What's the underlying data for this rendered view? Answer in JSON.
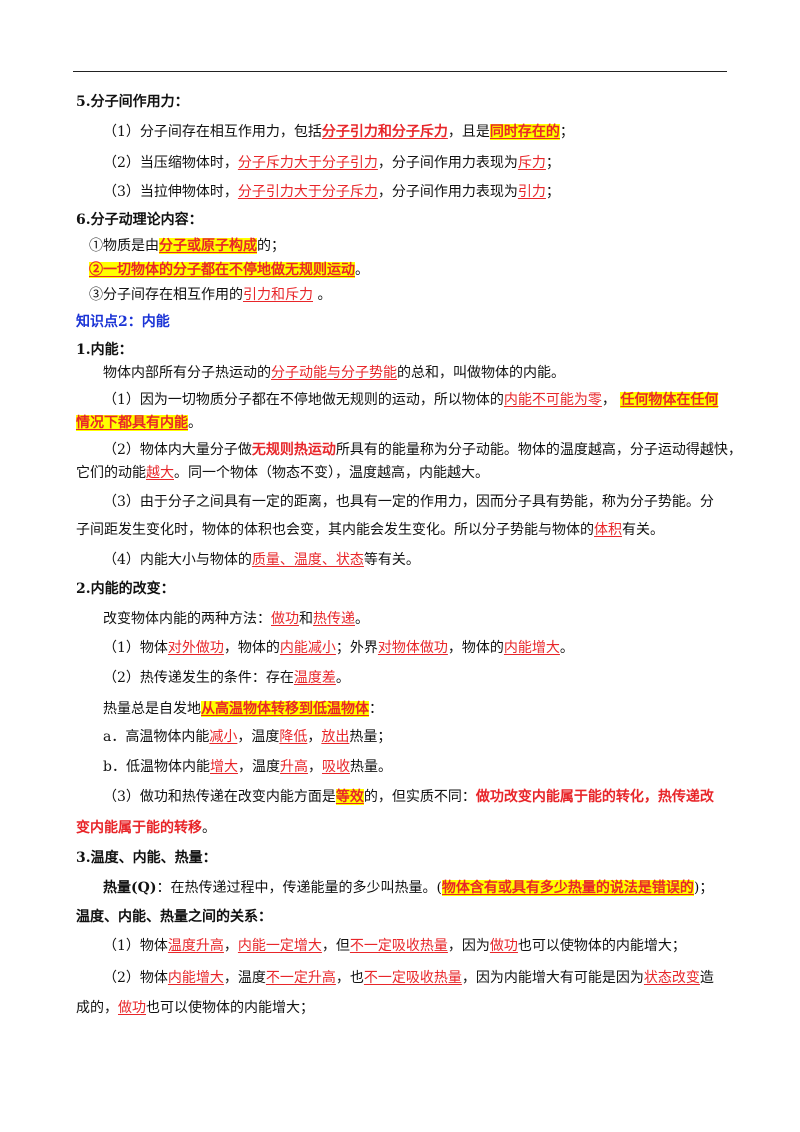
{
  "s5": {
    "title": "5.分子间作用力：",
    "l1": {
      "a": "（1）分子间存在相互作用力，包括",
      "b": "分子引力和分子斥力",
      "c": "，且是",
      "d": "同时存在的",
      "e": "；"
    },
    "l2": {
      "a": "（2）当压缩物体时，",
      "b": "分子斥力大于分子引力",
      "c": "，分子间作用力表现为",
      "d": "斥力",
      "e": "；"
    },
    "l3": {
      "a": "（3）当拉伸物体时，",
      "b": "分子引力大于分子斥力",
      "c": "，分子间作用力表现为",
      "d": "引力",
      "e": "；"
    }
  },
  "s6": {
    "title": "6.分子动理论内容：",
    "l1": {
      "a": "①物质是由",
      "b": "分子或原子构成",
      "c": "的；"
    },
    "l2": {
      "a": "②一切物体的分子都在不停地做无规则运动",
      "b": "。"
    },
    "l3": {
      "a": "③分子间存在相互作用的",
      "b": "引力和斥力",
      "c": " 。"
    }
  },
  "kp2": "知识点2：内能",
  "n1": {
    "title": "1.内能：",
    "p0": {
      "a": "物体内部所有分子热运动的",
      "b": "分子动能与分子势能",
      "c": "的总和，叫做物体的内能。"
    },
    "p1": {
      "a": "（1）因为一切物质分子都在不停地做无规则的运动，所以物体的",
      "b": "内能不可能为零",
      "c": "，  ",
      "d": "任何物体在任何",
      "e": "情况下都具有内能",
      "f": "。"
    },
    "p2": {
      "a": "（2）物体内大量分子做",
      "b": "无规则热运动",
      "c": "所具有的能量称为分子动能。物体的温度越高，分子运动得越快，",
      "d": "它们的动能",
      "e": "越大",
      "f": "。同一个物体（物态不变），温度越高，内能越大。"
    },
    "p3": {
      "a": "（3）由于分子之间具有一定的距离，也具有一定的作用力，因而分子具有势能，称为分子势能。分",
      "b": "子间距发生变化时，物体的体积也会变，其内能会发生变化。所以分子势能与物体的",
      "c": "体积",
      "d": "有关。"
    },
    "p4": {
      "a": "（4）内能大小与物体的",
      "b": "质量、温度、状态",
      "c": "等有关。"
    }
  },
  "n2": {
    "title": "2.内能的改变：",
    "p0": {
      "a": "改变物体内能的两种方法：",
      "b": "做功",
      "c": "和",
      "d": "热传递",
      "e": "。"
    },
    "p1": {
      "a": "（1）物体",
      "b": "对外做功",
      "c": "，物体的",
      "d": "内能减小",
      "e": "；外界",
      "f": "对物体做功",
      "g": "，物体的",
      "h": "内能增大",
      "i": "。"
    },
    "p2": {
      "a": "（2）热传递发生的条件：存在",
      "b": "温度差",
      "c": "。"
    },
    "p3": {
      "a": "热量总是自发地",
      "b": "从高温物体转移到低温物体",
      "c": "："
    },
    "pa": {
      "a": "a．高温物体内能",
      "b": "减小",
      "c": "，温度",
      "d": "降低",
      "e": "，",
      "f": "放出",
      "g": "热量；"
    },
    "pb": {
      "a": "b．低温物体内能",
      "b": "增大",
      "c": "，温度",
      "d": "升高",
      "e": "，",
      "f": "吸收",
      "g": "热量。"
    },
    "p4": {
      "a": "（3）做功和热传递在改变内能方面是",
      "b": "等效",
      "c": "的，但实质不同：",
      "d": "做功改变内能属于能的转化，热传递改",
      "e": "变内能属于能的转移",
      "f": "。"
    }
  },
  "n3": {
    "title": "3.温度、内能、热量：",
    "p0": {
      "a": "热量(Q)",
      "b": "：在热传递过程中，传递能量的多少叫热量。(",
      "c": "物体含有或具有多少热量的说法是错误的",
      "d": ")；"
    },
    "rel": "温度、内能、热量之间的关系：",
    "p1": {
      "a": "（1）物体",
      "b": "温度升高",
      "c": "，",
      "d": "内能一定增大",
      "e": "，但",
      "f": "不一定吸收热量",
      "g": "，因为",
      "h": "做功",
      "i": "也可以使物体的内能增大；"
    },
    "p2": {
      "a": "（2）物体",
      "b": "内能增大",
      "c": "，温度",
      "d": "不一定升高",
      "e": "，也",
      "f": "不一定吸收热量",
      "g": "，因为内能增大有可能是因为",
      "h": "状态改变",
      "i": "造",
      "j": "成的，",
      "k": "做功",
      "l": "也可以使物体的内能增大；"
    }
  }
}
